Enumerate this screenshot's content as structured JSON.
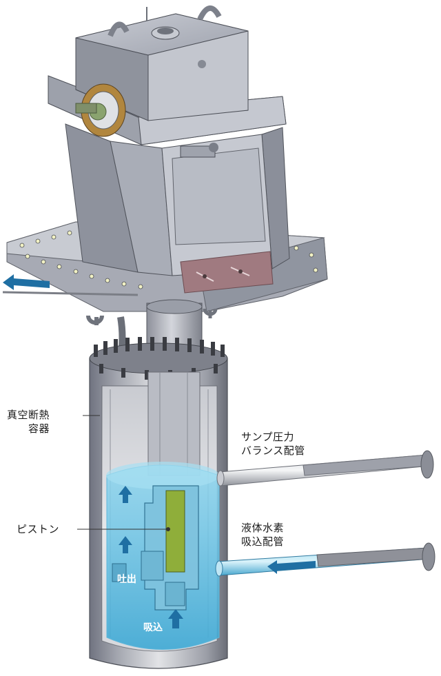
{
  "labels": {
    "vacuum_vessel_line1": "真空断熱",
    "vacuum_vessel_line2": "容器",
    "piston": "ピストン",
    "sump_line1": "サンプ圧力",
    "sump_line2": "バランス配管",
    "lh2_line1": "液体水素",
    "lh2_line2": "吸込配管",
    "discharge": "吐出",
    "suction": "吸込"
  },
  "colors": {
    "flow_arrow": "#1f6fa3",
    "liquid": "#6fc6e6",
    "piston": "#8fae3a",
    "metal": "#b9bcc6",
    "window": "#a07a80"
  }
}
